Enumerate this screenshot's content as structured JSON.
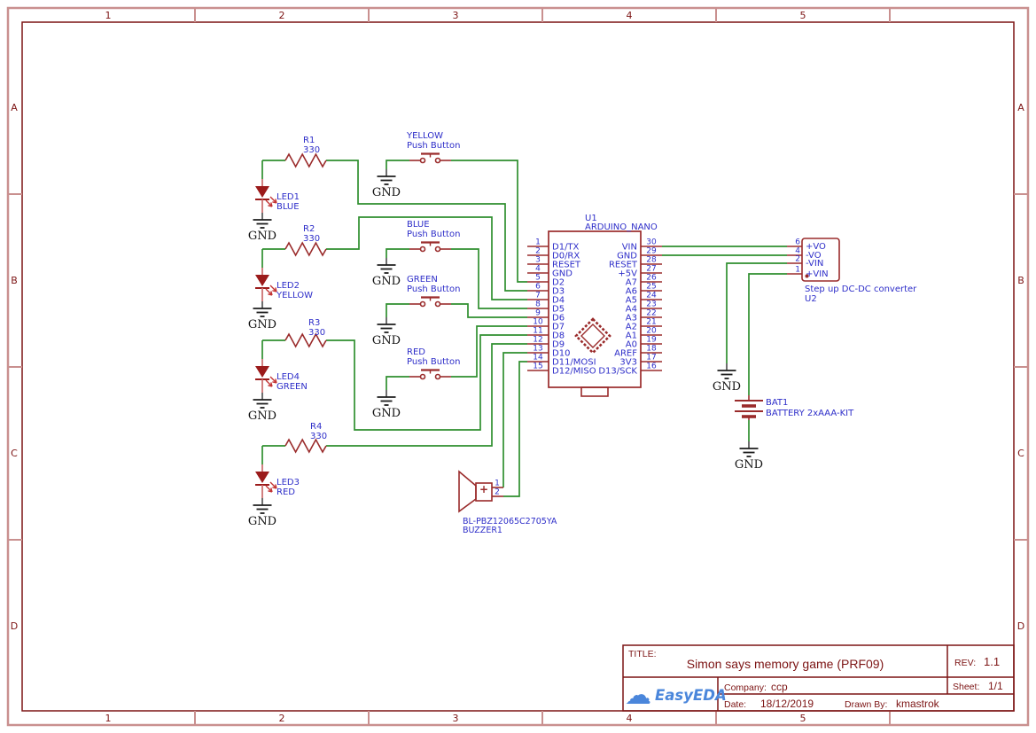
{
  "sheet": {
    "column_labels": [
      "1",
      "2",
      "3",
      "4",
      "5"
    ],
    "row_labels": [
      "A",
      "B",
      "C",
      "D"
    ]
  },
  "title_block": {
    "title_label": "TITLE:",
    "title": "Simon says memory game (PRF09)",
    "rev_label": "REV:",
    "rev": "1.1",
    "company_label": "Company:",
    "company": "ccp",
    "date_label": "Date:",
    "date": "18/12/2019",
    "drawn_by_label": "Drawn By:",
    "drawn_by": "kmastrok",
    "sheet_label": "Sheet:",
    "sheet": "1/1",
    "logo_text": "EasyEDA",
    "logo_cloud_icon": "☁"
  },
  "ground_label": "GND",
  "resistors": [
    {
      "ref": "R1",
      "value": "330"
    },
    {
      "ref": "R2",
      "value": "330"
    },
    {
      "ref": "R3",
      "value": "330"
    },
    {
      "ref": "R4",
      "value": "330"
    }
  ],
  "leds": [
    {
      "ref": "LED1",
      "color_name": "BLUE"
    },
    {
      "ref": "LED2",
      "color_name": "YELLOW"
    },
    {
      "ref": "LED4",
      "color_name": "GREEN"
    },
    {
      "ref": "LED3",
      "color_name": "RED"
    }
  ],
  "buttons": [
    {
      "name": "YELLOW",
      "type": "Push Button"
    },
    {
      "name": "BLUE",
      "type": "Push Button"
    },
    {
      "name": "GREEN",
      "type": "Push Button"
    },
    {
      "name": "RED",
      "type": "Push Button"
    }
  ],
  "arduino": {
    "ref": "U1",
    "name": "ARDUINO_NANO",
    "left_pins": [
      {
        "num": "1",
        "name": "D1/TX"
      },
      {
        "num": "2",
        "name": "D0/RX"
      },
      {
        "num": "3",
        "name": "RESET"
      },
      {
        "num": "4",
        "name": "GND"
      },
      {
        "num": "5",
        "name": "D2"
      },
      {
        "num": "6",
        "name": "D3"
      },
      {
        "num": "7",
        "name": "D4"
      },
      {
        "num": "8",
        "name": "D5"
      },
      {
        "num": "9",
        "name": "D6"
      },
      {
        "num": "10",
        "name": "D7"
      },
      {
        "num": "11",
        "name": "D8"
      },
      {
        "num": "12",
        "name": "D9"
      },
      {
        "num": "13",
        "name": "D10"
      },
      {
        "num": "14",
        "name": "D11/MOSI"
      },
      {
        "num": "15",
        "name": "D12/MISO"
      }
    ],
    "right_pins": [
      {
        "num": "30",
        "name": "VIN"
      },
      {
        "num": "29",
        "name": "GND"
      },
      {
        "num": "28",
        "name": "RESET"
      },
      {
        "num": "27",
        "name": "+5V"
      },
      {
        "num": "26",
        "name": "A7"
      },
      {
        "num": "25",
        "name": "A6"
      },
      {
        "num": "24",
        "name": "A5"
      },
      {
        "num": "23",
        "name": "A4"
      },
      {
        "num": "22",
        "name": "A3"
      },
      {
        "num": "21",
        "name": "A2"
      },
      {
        "num": "20",
        "name": "A1"
      },
      {
        "num": "19",
        "name": "A0"
      },
      {
        "num": "18",
        "name": "AREF"
      },
      {
        "num": "17",
        "name": "3V3"
      },
      {
        "num": "16",
        "name": "D13/SCK"
      }
    ]
  },
  "converter": {
    "ref": "U2",
    "desc": "Step up DC-DC converter",
    "pins": [
      {
        "num": "6",
        "name": "+VO"
      },
      {
        "num": "4",
        "name": "-VO"
      },
      {
        "num": "2",
        "name": "-VIN"
      },
      {
        "num": "1",
        "name": "+VIN"
      }
    ]
  },
  "battery": {
    "ref": "BAT1",
    "name": "BATTERY 2xAAA-KIT"
  },
  "buzzer": {
    "part": "BL-PBZ12065C2705YA",
    "ref": "BUZZER1",
    "pin1": "1",
    "pin2": "2",
    "plus": "+"
  },
  "colors": {
    "wire": "#2f8f2f",
    "symbol": "#9a2b2b",
    "label": "#2e2ec9",
    "frame": "#7c1414",
    "logo_blue": "#4a86db"
  }
}
